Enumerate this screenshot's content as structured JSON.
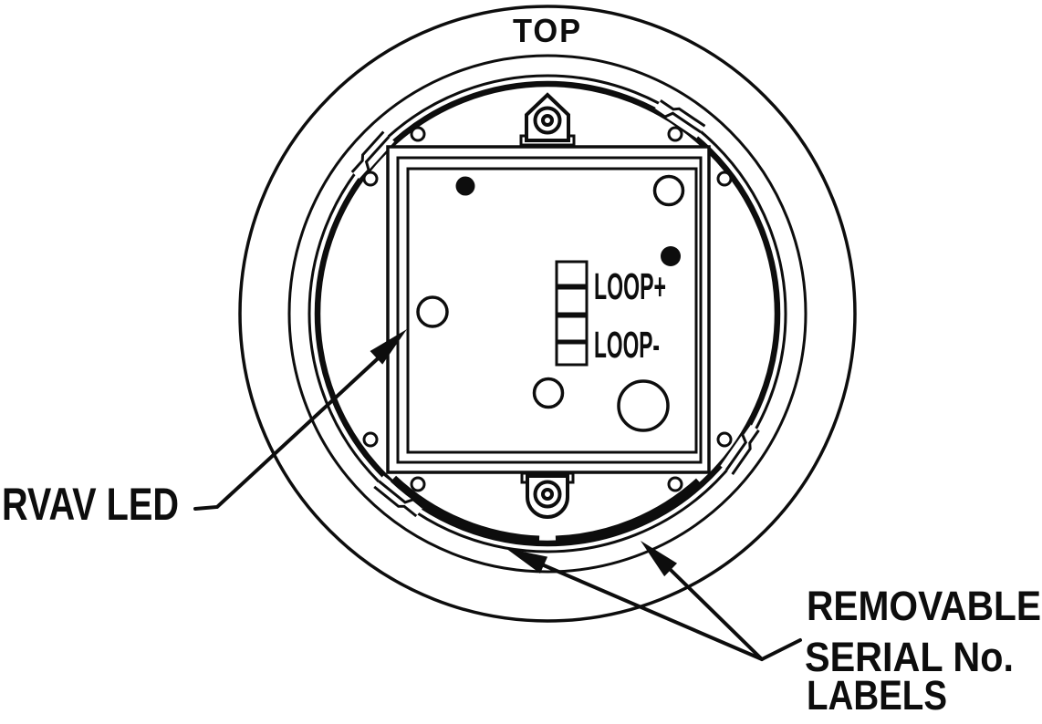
{
  "diagram": {
    "title": "detector-base-rear-view",
    "orientation_label": "TOP",
    "terminal_labels": {
      "loop_plus": "LOOP+",
      "loop_minus": "LOOP-"
    },
    "callouts": {
      "rvav_led": "RVAV LED",
      "serial_labels_line1": "REMOVABLE",
      "serial_labels_line2": "SERIAL No.",
      "serial_labels_line3": "LABELS"
    },
    "colors": {
      "line": "#0d0d0d",
      "background": "#ffffff"
    }
  }
}
